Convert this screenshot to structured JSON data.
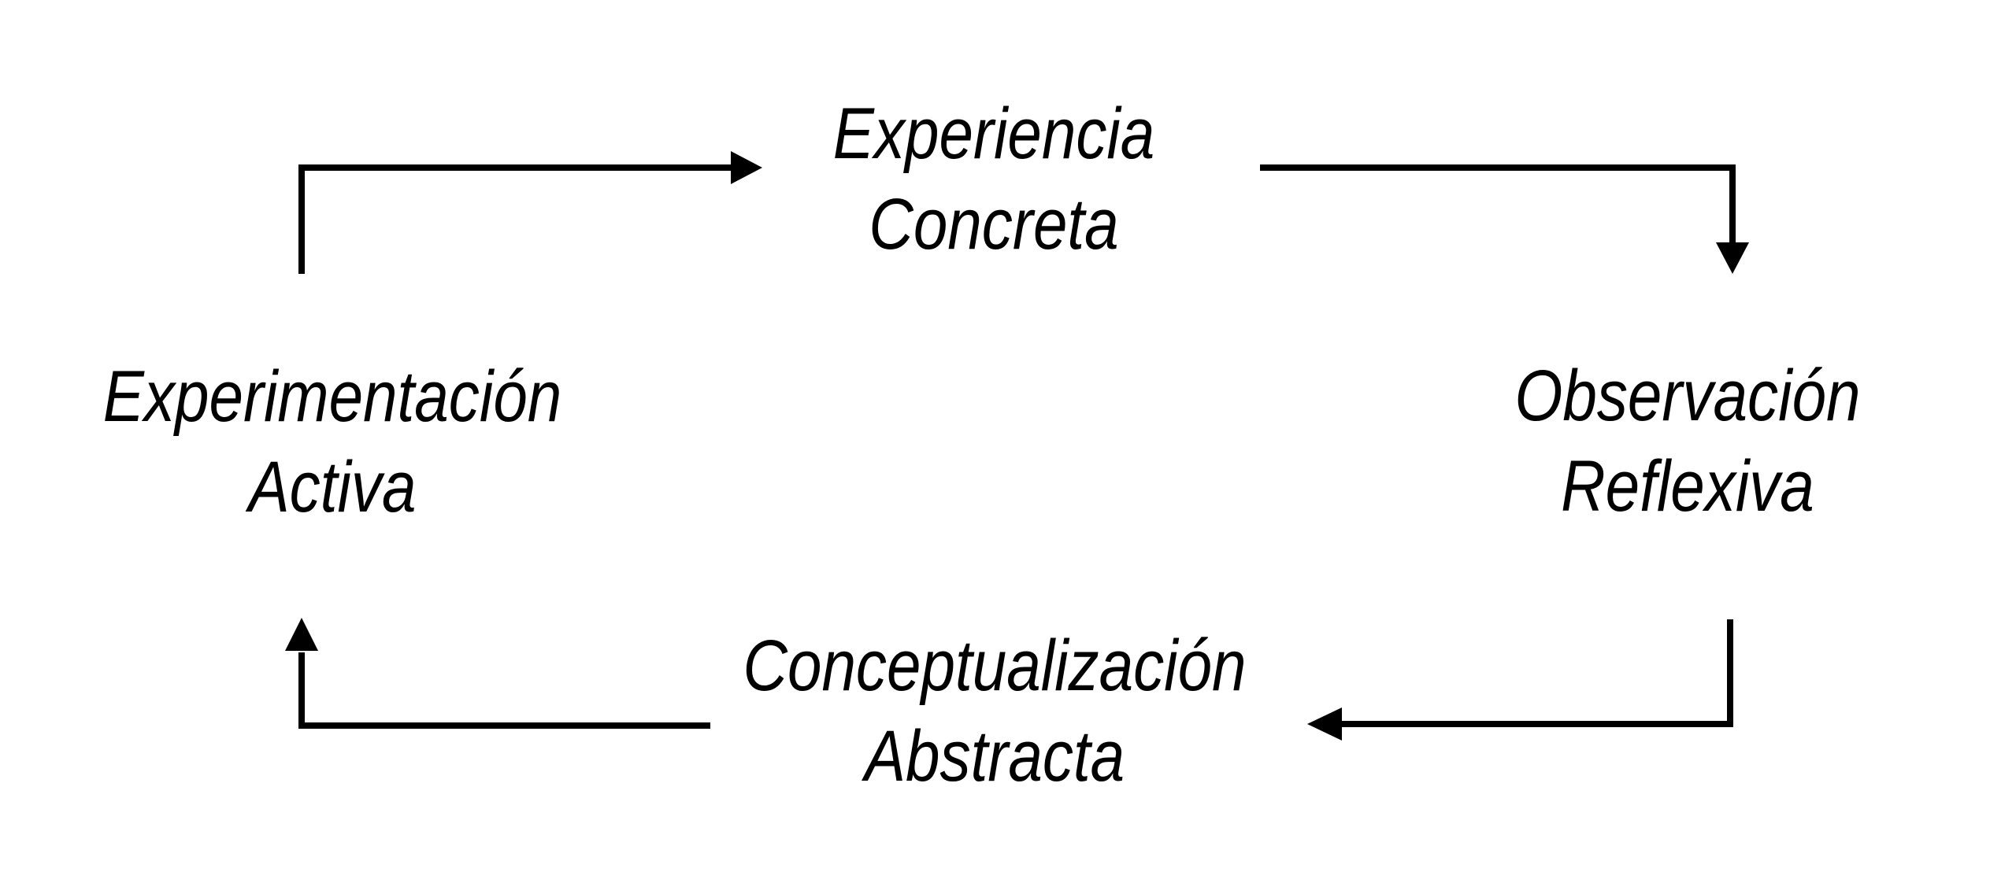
{
  "diagram": {
    "type": "cycle",
    "colors": {
      "background": "#ffffff",
      "ink": "#000000"
    },
    "nodes": {
      "top": {
        "line1": "Experiencia",
        "line2": "Concreta"
      },
      "right": {
        "line1": "Observación",
        "line2": "Reflexiva"
      },
      "bottom": {
        "line1": "Conceptualización",
        "line2": "Abstracta"
      },
      "left": {
        "line1": "Experimentación",
        "line2": "Activa"
      }
    },
    "arrows": [
      {
        "from": "left",
        "to": "top",
        "head_direction": "right"
      },
      {
        "from": "top",
        "to": "right",
        "head_direction": "down"
      },
      {
        "from": "right",
        "to": "bottom",
        "head_direction": "left"
      },
      {
        "from": "bottom",
        "to": "left",
        "head_direction": "up"
      }
    ]
  }
}
